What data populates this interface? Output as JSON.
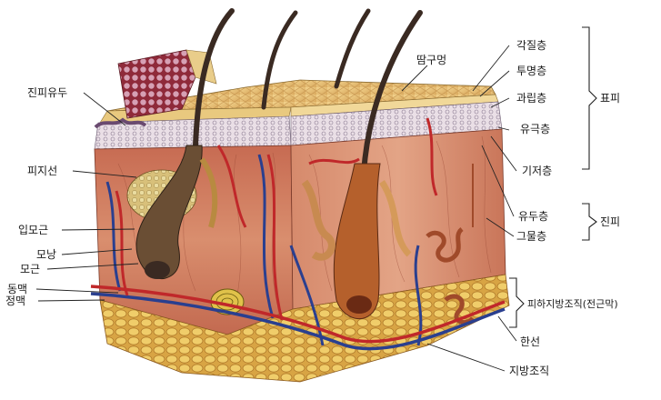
{
  "labels_left": {
    "papillary_dermis": "진피유두",
    "sebaceous_gland": "피지선",
    "arrector_pili": "입모근",
    "hair_follicle": "모낭",
    "hair_root": "모근",
    "artery": "동맥",
    "vein": "정맥"
  },
  "labels_top": {
    "sweat_pore": "땀구멍"
  },
  "labels_right": {
    "stratum_corneum": "각질층",
    "stratum_lucidum": "투명층",
    "stratum_granulosum": "과립층",
    "stratum_spinosum": "유극층",
    "stratum_basale": "기저층",
    "papillary_layer": "유두층",
    "reticular_layer": "그물층",
    "sweat_gland": "한선",
    "adipose_tissue": "지방조직"
  },
  "groups": {
    "epidermis": "표피",
    "dermis": "진피",
    "hypodermis": "피하지방조직(전근막)"
  },
  "colors": {
    "dermis": "#c9705a",
    "dermis_light": "#e0a080",
    "epidermis": "#e6c07a",
    "fat": "#e8c060",
    "artery": "#c0282a",
    "vein": "#2a3f8f",
    "hair": "#3a2a22"
  }
}
